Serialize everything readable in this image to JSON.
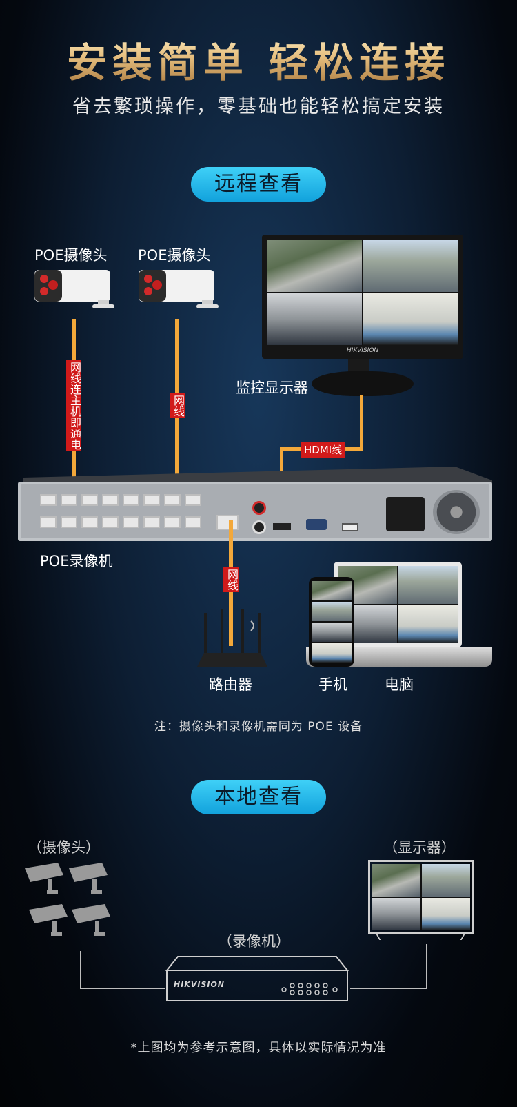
{
  "header": {
    "title": "安装简单 轻松连接",
    "subtitle": "省去繁琐操作，零基础也能轻松搞定安装"
  },
  "remote_section": {
    "pill": "远程查看",
    "camera1_label": "POE摄像头",
    "camera2_label": "POE摄像头",
    "cable1_tag": "网线连主机即通电",
    "cable2_tag": "网线",
    "monitor_label": "监控显示器",
    "monitor_brand": "HIKVISION",
    "hdmi_tag": "HDMI线",
    "nvr_label": "POE录像机",
    "router_cable_tag": "网线",
    "router_label": "路由器",
    "phone_label": "手机",
    "pc_label": "电脑",
    "note": "注：摄像头和录像机需同为 POE 设备"
  },
  "local_section": {
    "pill": "本地查看",
    "cameras_label": "（摄像头）",
    "display_label": "（显示器）",
    "recorder_label": "（录像机）",
    "recorder_brand": "HIKVISION"
  },
  "footer_note": "*上图均为参考示意图，具体以实际情况为准",
  "colors": {
    "accent_blue": "#20b4e8",
    "gold": "#d9b27a",
    "tag_red": "#d11a1a",
    "cable_orange": "#f3a83a"
  }
}
